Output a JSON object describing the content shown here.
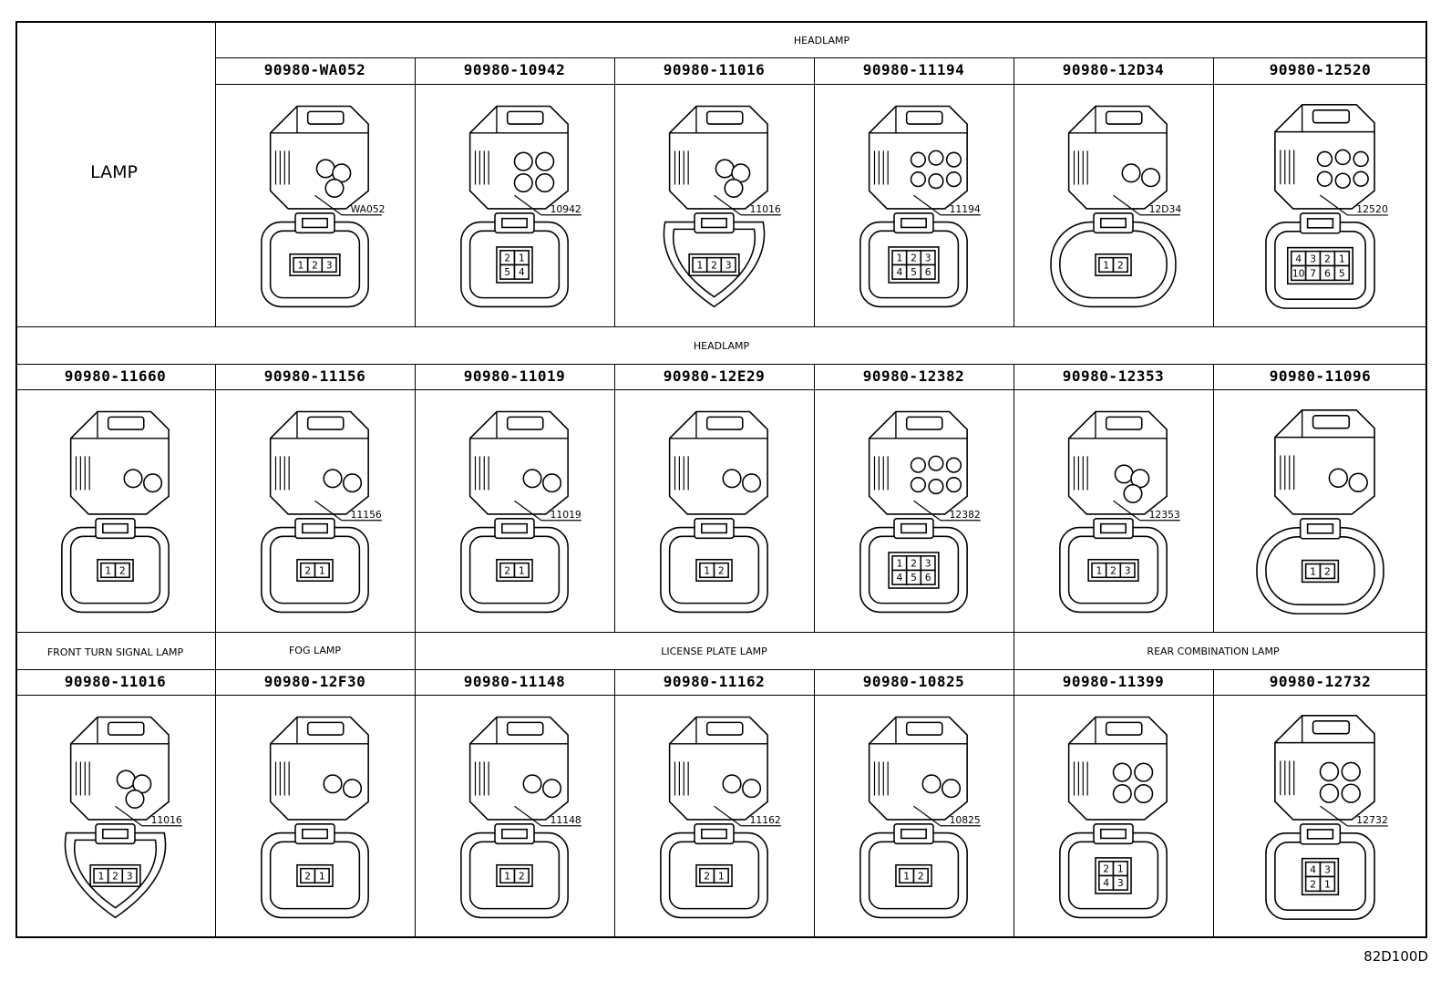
{
  "row1": {
    "left_label": "LAMP",
    "section": "HEADLAMP",
    "connectors": [
      {
        "part": "90980-WA052",
        "callout": "WA052",
        "pins": [
          "1",
          "2",
          "3"
        ]
      },
      {
        "part": "90980-10942",
        "callout": "10942",
        "pins": [
          "2",
          "1",
          "5",
          "4"
        ]
      },
      {
        "part": "90980-11016",
        "callout": "11016",
        "pins": [
          "1",
          "2",
          "3"
        ]
      },
      {
        "part": "90980-11194",
        "callout": "11194",
        "pins": [
          "1",
          "2",
          "3",
          "4",
          "5",
          "6"
        ]
      },
      {
        "part": "90980-12D34",
        "callout": "12D34",
        "pins": [
          "1",
          "2"
        ]
      },
      {
        "part": "90980-12520",
        "callout": "12520",
        "pins": [
          "4",
          "3",
          "2",
          "1",
          "10",
          "7",
          "6",
          "5"
        ]
      }
    ]
  },
  "row2": {
    "section": "HEADLAMP",
    "connectors": [
      {
        "part": "90980-11660",
        "callout": "",
        "pins": [
          "1",
          "2"
        ]
      },
      {
        "part": "90980-11156",
        "callout": "11156",
        "pins": [
          "2",
          "1"
        ]
      },
      {
        "part": "90980-11019",
        "callout": "11019",
        "pins": [
          "2",
          "1"
        ]
      },
      {
        "part": "90980-12E29",
        "callout": "",
        "pins": [
          "1",
          "2"
        ]
      },
      {
        "part": "90980-12382",
        "callout": "12382",
        "pins": [
          "1",
          "2",
          "3",
          "4",
          "5",
          "6"
        ]
      },
      {
        "part": "90980-12353",
        "callout": "12353",
        "pins": [
          "1",
          "2",
          "3"
        ]
      },
      {
        "part": "90980-11096",
        "callout": "",
        "pins": [
          "1",
          "2"
        ]
      }
    ]
  },
  "row3": {
    "sections": [
      "FRONT TURN SIGNAL LAMP",
      "FOG LAMP",
      "LICENSE PLATE LAMP",
      "REAR COMBINATION LAMP"
    ],
    "connectors": [
      {
        "part": "90980-11016",
        "callout": "11016",
        "pins": [
          "1",
          "2",
          "3"
        ]
      },
      {
        "part": "90980-12F30",
        "callout": "",
        "pins": [
          "2",
          "1"
        ]
      },
      {
        "part": "90980-11148",
        "callout": "11148",
        "pins": [
          "1",
          "2"
        ]
      },
      {
        "part": "90980-11162",
        "callout": "11162",
        "pins": [
          "2",
          "1"
        ]
      },
      {
        "part": "90980-10825",
        "callout": "10825",
        "pins": [
          "1",
          "2"
        ]
      },
      {
        "part": "90980-11399",
        "callout": "",
        "pins": [
          "2",
          "1",
          "4",
          "3"
        ]
      },
      {
        "part": "90980-12732",
        "callout": "12732",
        "pins": [
          "4",
          "3",
          "2",
          "1"
        ]
      }
    ]
  },
  "drawing_code": "82D100D"
}
